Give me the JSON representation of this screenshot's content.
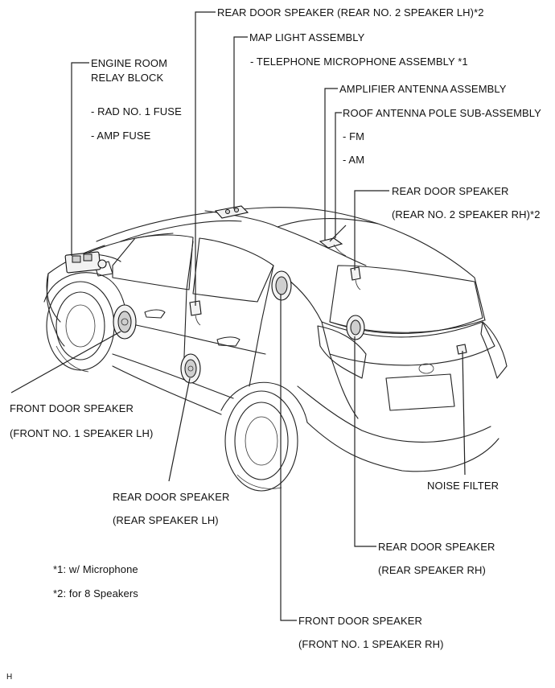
{
  "labels": {
    "rear_door_speaker_lh_2": "REAR DOOR SPEAKER (REAR NO. 2 SPEAKER LH)*2",
    "map_light": "MAP LIGHT ASSEMBLY",
    "telephone_mic": "- TELEPHONE MICROPHONE ASSEMBLY *1",
    "engine_room_line1": "ENGINE ROOM",
    "engine_room_line2": "RELAY BLOCK",
    "rad_fuse": "- RAD NO. 1 FUSE",
    "amp_fuse": "- AMP FUSE",
    "amplifier_antenna": "AMPLIFIER ANTENNA ASSEMBLY",
    "roof_antenna": "ROOF ANTENNA POLE SUB-ASSEMBLY",
    "fm": "- FM",
    "am": "- AM",
    "rear_door_speaker_rh_2_line1": "REAR DOOR SPEAKER",
    "rear_door_speaker_rh_2_line2": "(REAR NO. 2 SPEAKER RH)*2",
    "front_door_speaker_lh_line1": "FRONT DOOR SPEAKER",
    "front_door_speaker_lh_line2": "(FRONT NO. 1 SPEAKER LH)",
    "rear_door_speaker_lh_line1": "REAR DOOR SPEAKER",
    "rear_door_speaker_lh_line2": "(REAR SPEAKER LH)",
    "noise_filter": "NOISE FILTER",
    "rear_door_speaker_rh_line1": "REAR DOOR SPEAKER",
    "rear_door_speaker_rh_line2": "(REAR SPEAKER RH)",
    "front_door_speaker_rh_line1": "FRONT DOOR SPEAKER",
    "front_door_speaker_rh_line2": "(FRONT NO. 1 SPEAKER RH)"
  },
  "notes": {
    "note1": "*1: w/ Microphone",
    "note2": "*2: for 8 Speakers"
  },
  "figure_code": "H"
}
